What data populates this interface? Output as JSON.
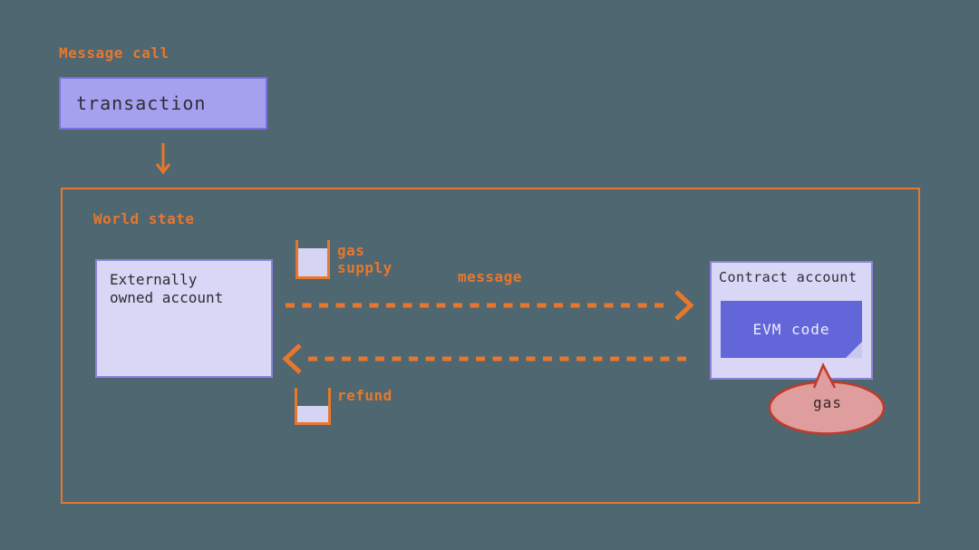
{
  "colors": {
    "background": "#4e6770",
    "accent_orange": "#e8772e",
    "transaction_fill": "#a6a1ef",
    "transaction_border": "#7b70e0",
    "account_fill": "#d9d7f5",
    "account_border": "#8b82da",
    "evm_fill": "#6366d8",
    "evm_fold": "#cac7f0",
    "gas_bubble_fill": "#e09d9d",
    "gas_bubble_border": "#c13a2b",
    "dark_text": "#2d2d36"
  },
  "labels": {
    "diagram_title": "Message call",
    "transaction": "transaction",
    "world_state": "World state",
    "eoa": "Externally\nowned account",
    "gas_supply": "gas\nsupply",
    "message": "message",
    "refund": "refund",
    "contract_account": "Contract account",
    "evm_code": "EVM code",
    "gas": "gas"
  }
}
